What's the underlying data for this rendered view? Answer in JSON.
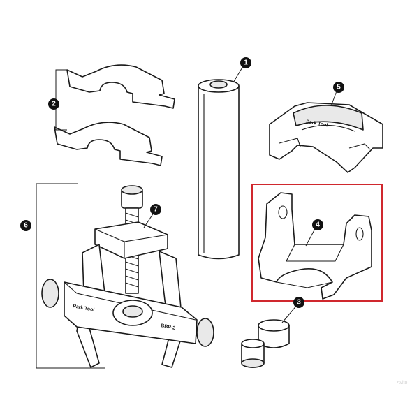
{
  "callouts": [
    {
      "id": "1",
      "label": "1"
    },
    {
      "id": "2",
      "label": "2"
    },
    {
      "id": "3",
      "label": "3"
    },
    {
      "id": "4",
      "label": "4"
    },
    {
      "id": "5",
      "label": "5"
    },
    {
      "id": "6",
      "label": "6"
    },
    {
      "id": "7",
      "label": "7"
    }
  ],
  "branding": {
    "puller_logo": "Park Tool",
    "puller_model": "BBP-2",
    "cup_logo": "Park Tool"
  },
  "highlight": {
    "part": "4",
    "color": "#d0282e"
  },
  "watermark": "Avito"
}
